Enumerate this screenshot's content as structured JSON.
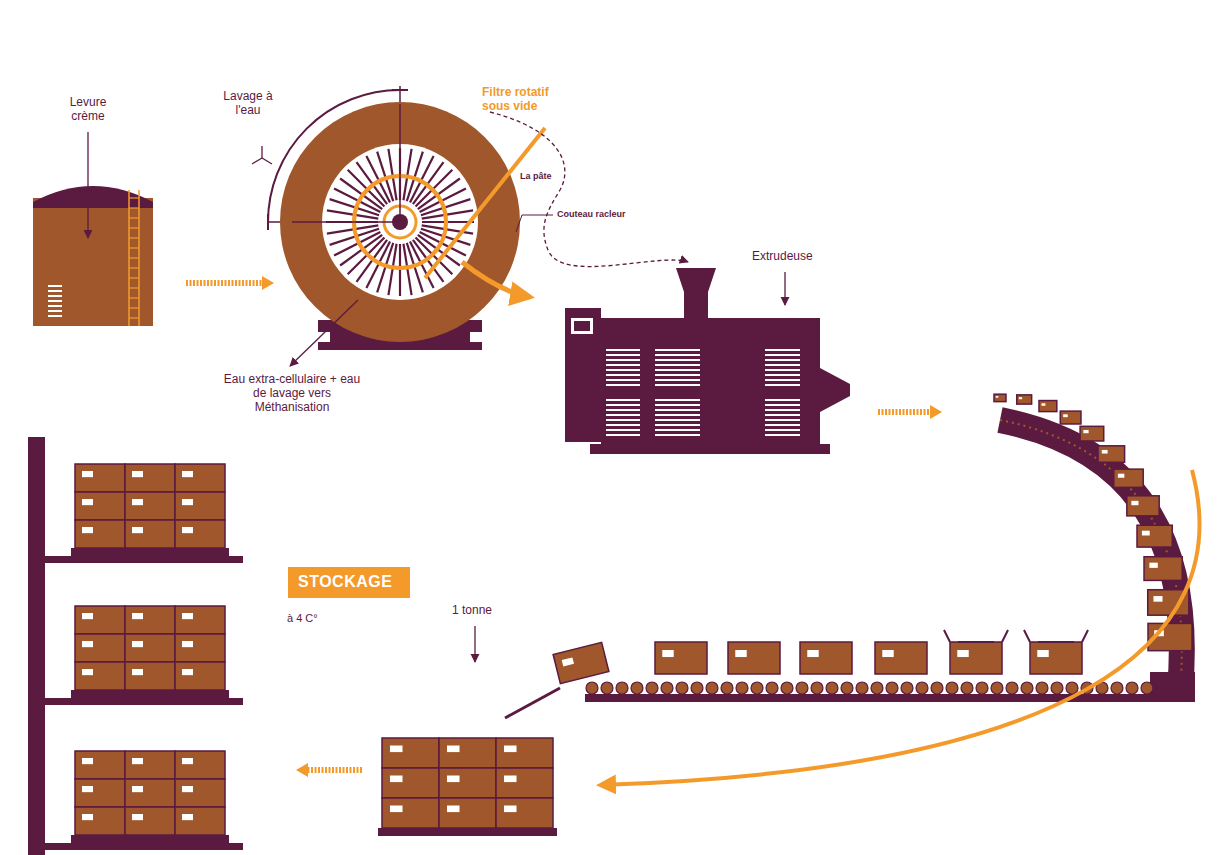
{
  "diagram": {
    "nodes": [
      {
        "text": [
          "STOCKAGE"
        ]
      }
    ],
    "labels": [
      "Levure crème",
      "Lavage à l'eau",
      "Filtre rotatif sous vide",
      "La pâte",
      "Couteau racleur",
      "Eau extra-cellulaire + eau de lavage vers Méthanisation",
      "Extrudeuse",
      "à 4 C°",
      "1 tonne"
    ]
  }
}
